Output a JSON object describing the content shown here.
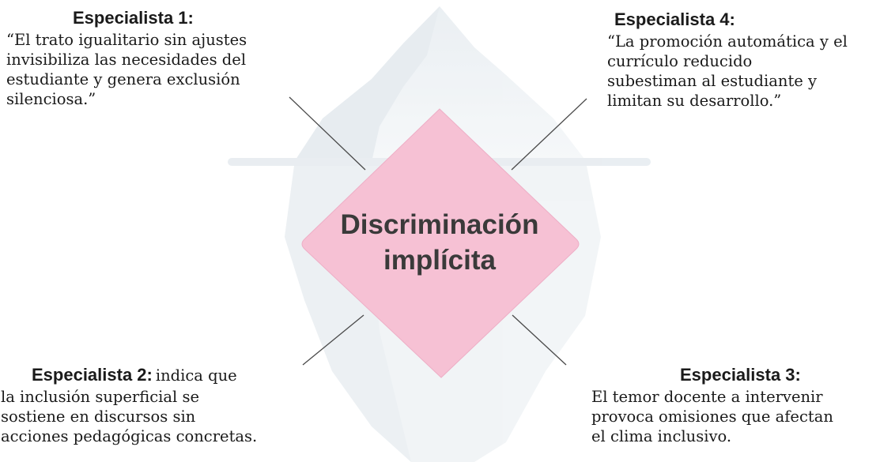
{
  "center": {
    "label": "Discriminación\nimplícita"
  },
  "specialists": {
    "s1": {
      "heading": "Especialista 1:",
      "text": "“El trato igualitario sin ajustes\ninvisibiliza las necesidades del\nestudiante y genera exclusión\nsilenciosa.”"
    },
    "s2": {
      "heading": "Especialista 2:",
      "lead": "indica que",
      "text": "la inclusión superficial se\nsostiene en discursos sin\nacciones pedagógicas concretas."
    },
    "s3": {
      "heading": "Especialista 3:",
      "text": "El temor docente a intervenir\nprovoca omisiones que afectan\nel clima inclusivo."
    },
    "s4": {
      "heading": "Especialista 4:",
      "text": "“La promoción automática y el\ncurrículo reducido\nsubestiman al estudiante y\nlimitan su desarrollo.”"
    }
  },
  "colors": {
    "diamond": "#f6c1d4",
    "diamond_border": "#eeaec6",
    "iceberg": "#e9eef2",
    "connector": "#4a4a4a"
  },
  "icons": {
    "background": "iceberg-icon"
  }
}
